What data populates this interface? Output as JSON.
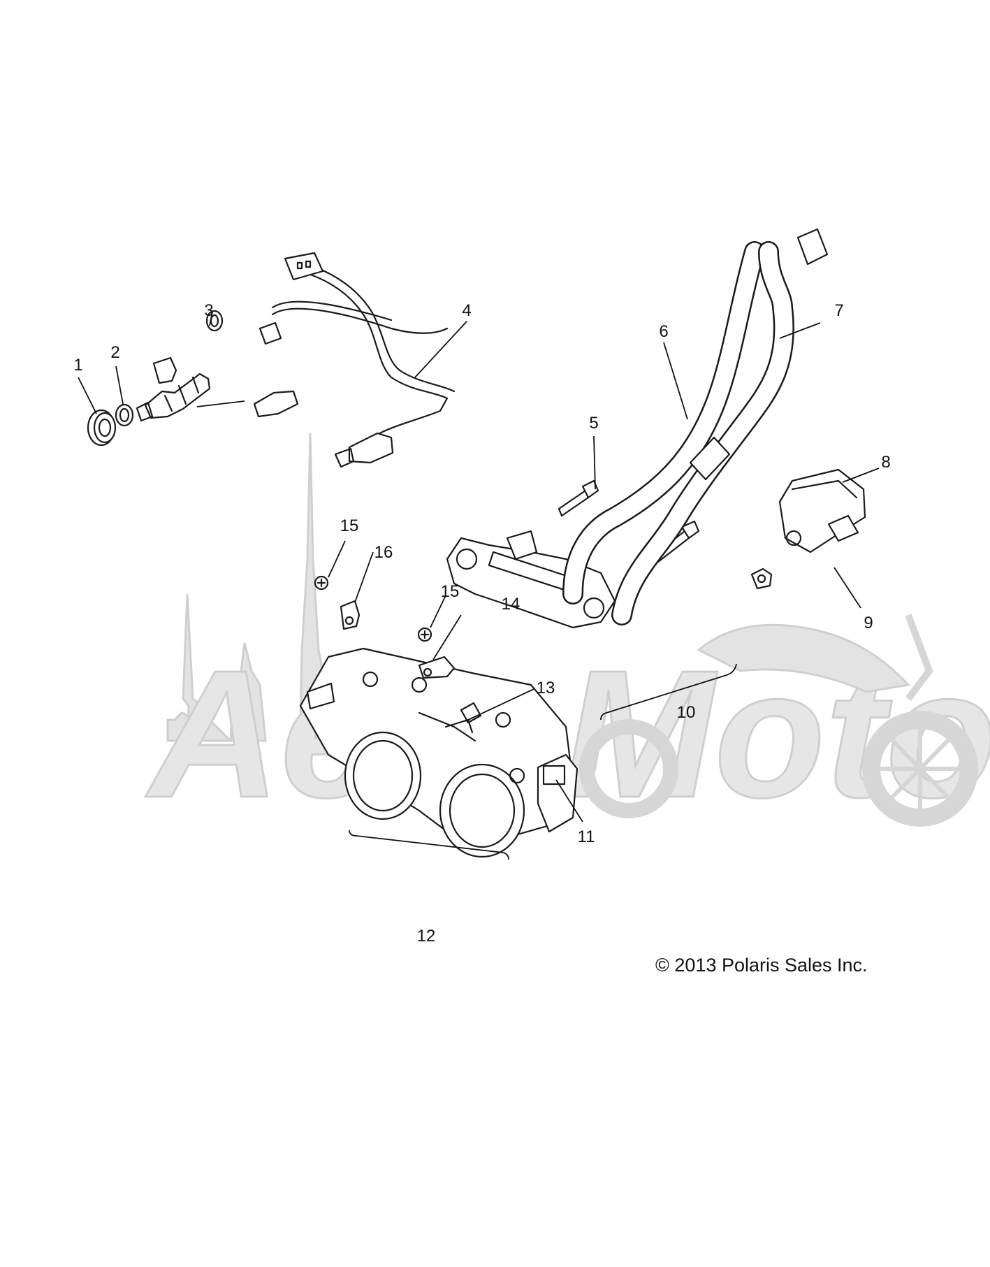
{
  "callouts": [
    {
      "label": "1"
    },
    {
      "label": "2"
    },
    {
      "label": "3"
    },
    {
      "label": "4"
    },
    {
      "label": "5"
    },
    {
      "label": "6"
    },
    {
      "label": "7"
    },
    {
      "label": "8"
    },
    {
      "label": "9"
    },
    {
      "label": "10"
    },
    {
      "label": "11"
    },
    {
      "label": "12"
    },
    {
      "label": "13"
    },
    {
      "label": "14"
    },
    {
      "label": "15"
    },
    {
      "label": "15"
    },
    {
      "label": "16"
    }
  ],
  "watermark": {
    "text": "AeroMoto"
  },
  "copyright": "© 2013 Polaris Sales Inc."
}
